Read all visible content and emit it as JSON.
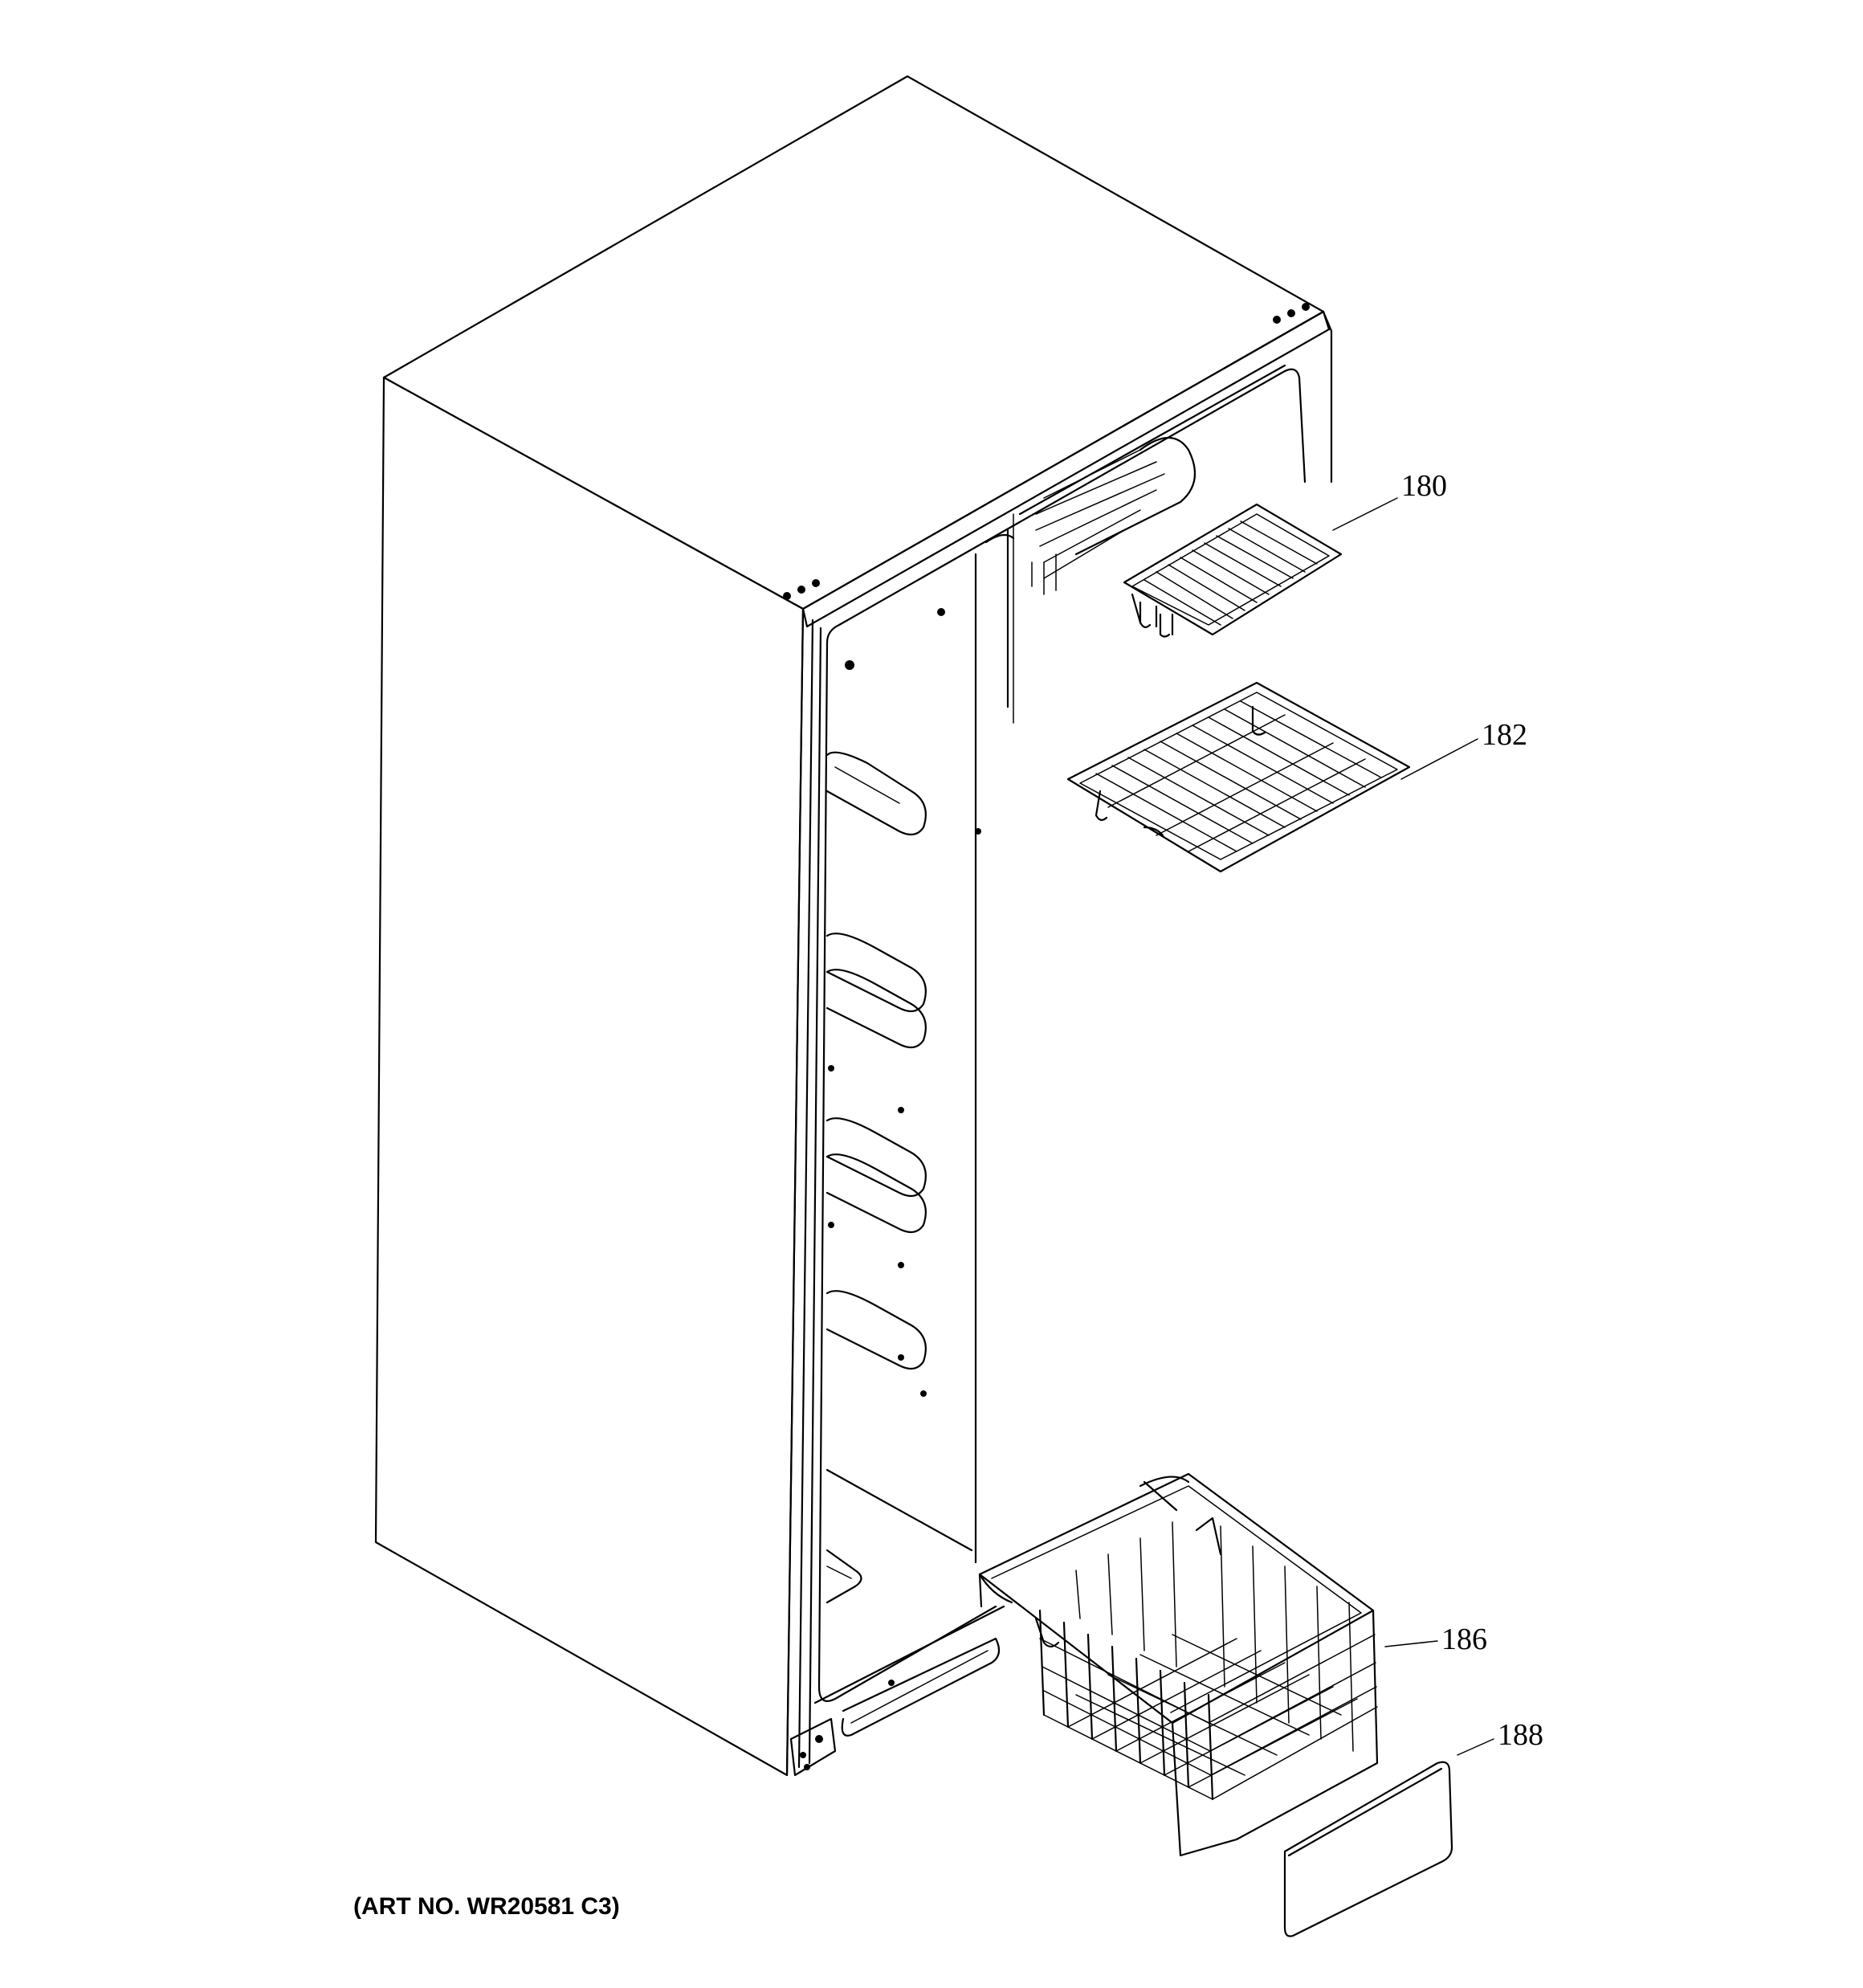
{
  "callouts": [
    {
      "id": "shelf-small",
      "number": "180"
    },
    {
      "id": "shelf-large",
      "number": "182"
    },
    {
      "id": "basket",
      "number": "186"
    },
    {
      "id": "basket-front",
      "number": "188"
    }
  ],
  "art_number": "(ART NO. WR20581 C3)"
}
